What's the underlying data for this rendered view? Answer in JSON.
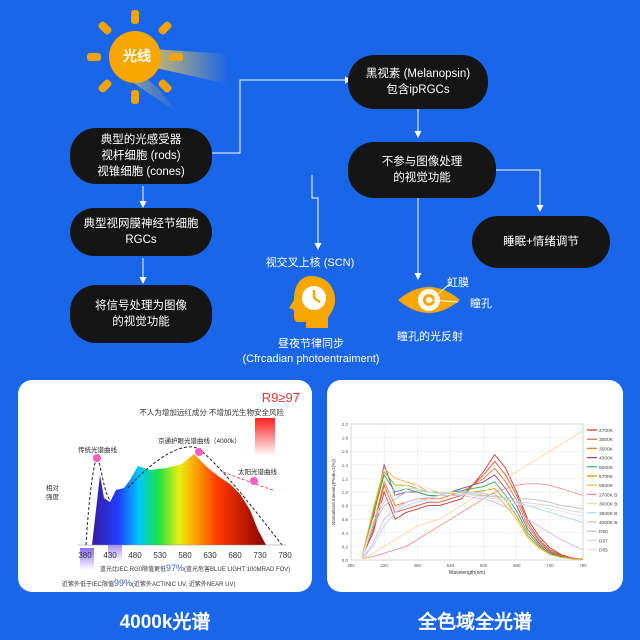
{
  "sun": {
    "label": "光线"
  },
  "nodes": {
    "photoreceptors": "典型的光感受器\n视杆细胞 (rods)\n视锥细胞 (cones)",
    "rgcs": "典型视网膜神经节细胞\nRGCs",
    "image": "将信号处理为图像\n的视觉功能",
    "melanopsin": "黑视素 (Melanopsin)\n包含ipRGCs",
    "non_image": "不参与图像处理\n的视觉功能",
    "sleep": "睡眠+情绪调节"
  },
  "labels": {
    "scn": "视交叉上核 (SCN)",
    "circadian": "昼夜节律同步\n(Cfrcadian photoentraiment)",
    "iris": "虹膜",
    "pupil": "瞳孔",
    "pupil_reflex": "瞳孔的光反射"
  },
  "spectrum_card": {
    "caption": "4000k光谱",
    "r9": "R9≥97",
    "subtitle": "不人为增加远红成分 不增加光生物安全风险",
    "traditional_label": "传统光谱曲线",
    "eye_label": "京通护眼光谱曲线（4000k）",
    "sun_label": "太阳光谱曲线",
    "y_label": "相对\n强度",
    "ticks": [
      "380",
      "430",
      "480",
      "530",
      "580",
      "630",
      "680",
      "730",
      "780"
    ],
    "note1_a": "蓝光比IEC RG0限值更低",
    "note1_b": "97%",
    "note1_c": "(蓝光危害BLUE LIGHT 100MRAD FOV)",
    "note2_a": "近紫外低于IEC限值",
    "note2_b": "99%",
    "note2_c": "(近紫外ACTINIC UV, 近紫外NEAR UV)"
  },
  "chart_data": {
    "type": "line",
    "caption": "全色域全光谱",
    "xlabel": "Wavelength(nm)",
    "ylabel": "Normalized Intensity(Peak=1(%))",
    "xlim": [
      360,
      780
    ],
    "ylim": [
      0,
      2.0
    ],
    "x_ticks": [
      360,
      420,
      480,
      540,
      600,
      660,
      720,
      780
    ],
    "y_ticks": [
      0,
      0.2,
      0.4,
      0.6,
      0.8,
      1.0,
      1.2,
      1.4,
      1.6,
      1.8,
      2.0
    ],
    "x": [
      380,
      400,
      420,
      440,
      460,
      480,
      500,
      520,
      540,
      560,
      580,
      600,
      620,
      640,
      660,
      680,
      700,
      720,
      740,
      760,
      780
    ],
    "series": [
      {
        "name": "2700K",
        "color": "#c0392b",
        "values": [
          0.05,
          0.4,
          1.0,
          0.6,
          0.7,
          0.75,
          0.8,
          0.8,
          0.85,
          0.9,
          1.1,
          1.3,
          1.55,
          1.35,
          1.0,
          0.6,
          0.35,
          0.18,
          0.08,
          0.03,
          0.01
        ]
      },
      {
        "name": "3000K",
        "color": "#e74c3c",
        "values": [
          0.05,
          0.45,
          1.1,
          0.7,
          0.75,
          0.8,
          0.85,
          0.85,
          0.9,
          0.95,
          1.1,
          1.25,
          1.45,
          1.25,
          0.95,
          0.55,
          0.3,
          0.15,
          0.07,
          0.03,
          0.01
        ]
      },
      {
        "name": "3500K",
        "color": "#e67e22",
        "values": [
          0.05,
          0.5,
          1.15,
          0.8,
          0.85,
          0.9,
          0.9,
          0.9,
          0.95,
          1.0,
          1.1,
          1.2,
          1.35,
          1.15,
          0.88,
          0.5,
          0.28,
          0.14,
          0.06,
          0.02,
          0.01
        ]
      },
      {
        "name": "4000K",
        "color": "#8e44ad",
        "values": [
          0.05,
          0.6,
          1.4,
          0.95,
          1.0,
          1.0,
          0.95,
          0.95,
          1.0,
          1.05,
          1.1,
          1.15,
          1.25,
          1.05,
          0.8,
          0.45,
          0.25,
          0.12,
          0.05,
          0.02,
          0.01
        ]
      },
      {
        "name": "5000K",
        "color": "#27ae60",
        "values": [
          0.05,
          0.65,
          1.25,
          1.0,
          1.05,
          1.0,
          0.95,
          0.95,
          1.0,
          1.02,
          1.05,
          1.08,
          1.15,
          0.95,
          0.72,
          0.4,
          0.22,
          0.1,
          0.05,
          0.02,
          0.01
        ]
      },
      {
        "name": "5700K",
        "color": "#c0a000",
        "values": [
          0.05,
          0.7,
          1.3,
          1.1,
          1.1,
          1.05,
          1.0,
          1.0,
          1.0,
          1.0,
          1.0,
          1.02,
          1.05,
          0.88,
          0.65,
          0.36,
          0.2,
          0.09,
          0.04,
          0.02,
          0.01
        ]
      },
      {
        "name": "6500K",
        "color": "#f5b041",
        "values": [
          0.05,
          0.75,
          1.35,
          1.2,
          1.15,
          1.1,
          1.0,
          0.98,
          0.98,
          0.97,
          0.95,
          0.95,
          0.98,
          0.8,
          0.6,
          0.33,
          0.18,
          0.08,
          0.04,
          0.02,
          0.01
        ]
      },
      {
        "name": "2700K B",
        "color": "#f1948a",
        "values": [
          0.02,
          0.05,
          0.1,
          0.15,
          0.2,
          0.3,
          0.4,
          0.5,
          0.6,
          0.7,
          0.8,
          0.9,
          1.0,
          1.05,
          1.1,
          1.12,
          1.12,
          1.1,
          1.05,
          1.0,
          0.95
        ]
      },
      {
        "name": "3000K B",
        "color": "#fad7a0",
        "values": [
          0.02,
          0.1,
          0.2,
          0.3,
          0.4,
          0.5,
          0.55,
          0.6,
          0.7,
          0.8,
          0.9,
          1.0,
          1.1,
          1.2,
          1.3,
          1.4,
          1.5,
          1.6,
          1.7,
          1.8,
          1.9
        ]
      },
      {
        "name": "3500K B",
        "color": "#aed6f1",
        "values": [
          0.02,
          0.2,
          0.5,
          0.7,
          0.8,
          0.85,
          0.9,
          0.95,
          1.0,
          1.0,
          1.0,
          0.98,
          0.95,
          0.9,
          0.85,
          0.8,
          0.75,
          0.7,
          0.65,
          0.6,
          0.55
        ]
      },
      {
        "name": "4000K B",
        "color": "#d7bde2",
        "values": [
          0.02,
          0.25,
          0.6,
          0.75,
          0.85,
          0.9,
          0.92,
          0.95,
          0.95,
          0.95,
          0.92,
          0.9,
          0.85,
          0.78,
          0.7,
          0.6,
          0.5,
          0.4,
          0.3,
          0.22,
          0.15
        ]
      },
      {
        "name": "D50",
        "color": "#bfbfbf",
        "values": [
          0.02,
          0.5,
          0.8,
          0.9,
          1.0,
          1.02,
          1.0,
          0.98,
          1.0,
          1.0,
          0.98,
          0.95,
          0.93,
          0.92,
          0.9,
          0.9,
          0.88,
          0.85,
          0.8,
          0.78,
          0.75
        ]
      },
      {
        "name": "D57",
        "color": "#d5d5d5",
        "values": [
          0.02,
          0.55,
          0.85,
          0.95,
          1.05,
          1.05,
          1.0,
          0.98,
          1.0,
          0.98,
          0.96,
          0.93,
          0.9,
          0.88,
          0.86,
          0.84,
          0.82,
          0.8,
          0.76,
          0.72,
          0.7
        ]
      },
      {
        "name": "D65",
        "color": "#e5e5e5",
        "values": [
          0.02,
          0.6,
          0.9,
          1.05,
          1.1,
          1.1,
          1.05,
          1.0,
          1.0,
          0.97,
          0.95,
          0.9,
          0.87,
          0.85,
          0.82,
          0.8,
          0.78,
          0.75,
          0.72,
          0.68,
          0.65
        ]
      }
    ]
  }
}
